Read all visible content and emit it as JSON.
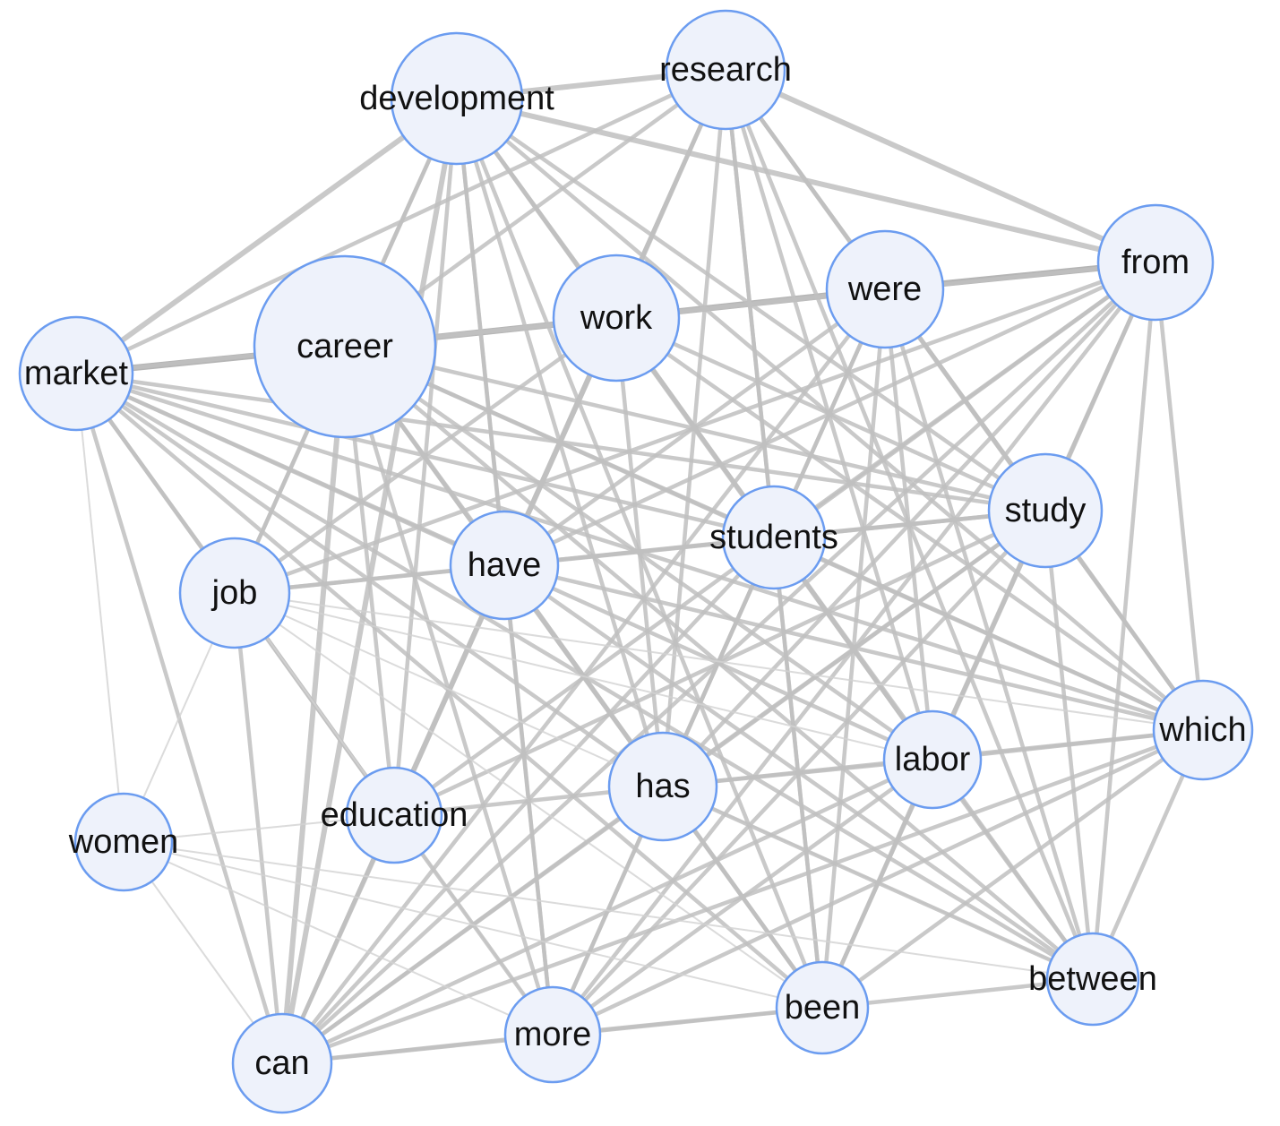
{
  "nodes": [
    {
      "id": "development",
      "label": "development"
    },
    {
      "id": "research",
      "label": "research"
    },
    {
      "id": "from",
      "label": "from"
    },
    {
      "id": "were",
      "label": "were"
    },
    {
      "id": "work",
      "label": "work"
    },
    {
      "id": "career",
      "label": "career"
    },
    {
      "id": "market",
      "label": "market"
    },
    {
      "id": "study",
      "label": "study"
    },
    {
      "id": "students",
      "label": "students"
    },
    {
      "id": "have",
      "label": "have"
    },
    {
      "id": "job",
      "label": "job"
    },
    {
      "id": "which",
      "label": "which"
    },
    {
      "id": "labor",
      "label": "labor"
    },
    {
      "id": "has",
      "label": "has"
    },
    {
      "id": "education",
      "label": "education"
    },
    {
      "id": "women",
      "label": "women"
    },
    {
      "id": "between",
      "label": "between"
    },
    {
      "id": "been",
      "label": "been"
    },
    {
      "id": "more",
      "label": "more"
    },
    {
      "id": "can",
      "label": "can"
    }
  ],
  "edges": [
    {
      "source": "career",
      "target": "work",
      "weight": 4
    },
    {
      "source": "work",
      "target": "were",
      "weight": 4
    },
    {
      "source": "were",
      "target": "from",
      "weight": 4
    },
    {
      "source": "market",
      "target": "career",
      "weight": 4
    },
    {
      "source": "development",
      "target": "research",
      "weight": 3
    },
    {
      "source": "development",
      "target": "market",
      "weight": 3
    },
    {
      "source": "development",
      "target": "from",
      "weight": 3
    },
    {
      "source": "development",
      "target": "work",
      "weight": 2
    },
    {
      "source": "development",
      "target": "career",
      "weight": 2
    },
    {
      "source": "development",
      "target": "have",
      "weight": 2
    },
    {
      "source": "development",
      "target": "students",
      "weight": 2
    },
    {
      "source": "development",
      "target": "study",
      "weight": 2
    },
    {
      "source": "development",
      "target": "labor",
      "weight": 2
    },
    {
      "source": "development",
      "target": "which",
      "weight": 2
    },
    {
      "source": "development",
      "target": "can",
      "weight": 3
    },
    {
      "source": "development",
      "target": "more",
      "weight": 2
    },
    {
      "source": "development",
      "target": "has",
      "weight": 2
    },
    {
      "source": "development",
      "target": "education",
      "weight": 2
    },
    {
      "source": "development",
      "target": "job",
      "weight": 2
    },
    {
      "source": "development",
      "target": "been",
      "weight": 2
    },
    {
      "source": "research",
      "target": "from",
      "weight": 3
    },
    {
      "source": "research",
      "target": "were",
      "weight": 2
    },
    {
      "source": "research",
      "target": "work",
      "weight": 2
    },
    {
      "source": "research",
      "target": "market",
      "weight": 2
    },
    {
      "source": "research",
      "target": "career",
      "weight": 2
    },
    {
      "source": "research",
      "target": "students",
      "weight": 2
    },
    {
      "source": "research",
      "target": "study",
      "weight": 2
    },
    {
      "source": "research",
      "target": "have",
      "weight": 2
    },
    {
      "source": "research",
      "target": "has",
      "weight": 2
    },
    {
      "source": "research",
      "target": "labor",
      "weight": 2
    },
    {
      "source": "research",
      "target": "which",
      "weight": 2
    },
    {
      "source": "research",
      "target": "can",
      "weight": 2
    },
    {
      "source": "research",
      "target": "been",
      "weight": 2
    },
    {
      "source": "research",
      "target": "between",
      "weight": 2
    },
    {
      "source": "research",
      "target": "education",
      "weight": 2
    },
    {
      "source": "from",
      "target": "career",
      "weight": 2
    },
    {
      "source": "from",
      "target": "study",
      "weight": 2
    },
    {
      "source": "from",
      "target": "which",
      "weight": 2
    },
    {
      "source": "from",
      "target": "between",
      "weight": 2
    },
    {
      "source": "from",
      "target": "students",
      "weight": 2
    },
    {
      "source": "from",
      "target": "have",
      "weight": 2
    },
    {
      "source": "from",
      "target": "has",
      "weight": 2
    },
    {
      "source": "from",
      "target": "labor",
      "weight": 2
    },
    {
      "source": "from",
      "target": "can",
      "weight": 2
    },
    {
      "source": "from",
      "target": "more",
      "weight": 2
    },
    {
      "source": "from",
      "target": "been",
      "weight": 2
    },
    {
      "source": "from",
      "target": "education",
      "weight": 2
    },
    {
      "source": "from",
      "target": "job",
      "weight": 2
    },
    {
      "source": "were",
      "target": "study",
      "weight": 2
    },
    {
      "source": "were",
      "target": "career",
      "weight": 2
    },
    {
      "source": "were",
      "target": "students",
      "weight": 2
    },
    {
      "source": "were",
      "target": "have",
      "weight": 2
    },
    {
      "source": "were",
      "target": "labor",
      "weight": 2
    },
    {
      "source": "were",
      "target": "which",
      "weight": 2
    },
    {
      "source": "were",
      "target": "has",
      "weight": 2
    },
    {
      "source": "were",
      "target": "can",
      "weight": 2
    },
    {
      "source": "were",
      "target": "been",
      "weight": 2
    },
    {
      "source": "were",
      "target": "between",
      "weight": 2
    },
    {
      "source": "work",
      "target": "students",
      "weight": 2
    },
    {
      "source": "work",
      "target": "have",
      "weight": 2
    },
    {
      "source": "work",
      "target": "market",
      "weight": 2
    },
    {
      "source": "work",
      "target": "job",
      "weight": 2
    },
    {
      "source": "work",
      "target": "has",
      "weight": 2
    },
    {
      "source": "work",
      "target": "which",
      "weight": 2
    },
    {
      "source": "work",
      "target": "study",
      "weight": 2
    },
    {
      "source": "work",
      "target": "can",
      "weight": 2
    },
    {
      "source": "work",
      "target": "education",
      "weight": 2
    },
    {
      "source": "work",
      "target": "labor",
      "weight": 2
    },
    {
      "source": "career",
      "target": "job",
      "weight": 2
    },
    {
      "source": "career",
      "target": "have",
      "weight": 2
    },
    {
      "source": "career",
      "target": "students",
      "weight": 2
    },
    {
      "source": "career",
      "target": "study",
      "weight": 2
    },
    {
      "source": "career",
      "target": "which",
      "weight": 2
    },
    {
      "source": "career",
      "target": "has",
      "weight": 2
    },
    {
      "source": "career",
      "target": "labor",
      "weight": 2
    },
    {
      "source": "career",
      "target": "education",
      "weight": 2
    },
    {
      "source": "career",
      "target": "can",
      "weight": 3
    },
    {
      "source": "career",
      "target": "more",
      "weight": 2
    },
    {
      "source": "career",
      "target": "been",
      "weight": 2
    },
    {
      "source": "career",
      "target": "between",
      "weight": 2
    },
    {
      "source": "market",
      "target": "job",
      "weight": 2
    },
    {
      "source": "market",
      "target": "have",
      "weight": 2
    },
    {
      "source": "market",
      "target": "students",
      "weight": 2
    },
    {
      "source": "market",
      "target": "study",
      "weight": 2
    },
    {
      "source": "market",
      "target": "which",
      "weight": 2
    },
    {
      "source": "market",
      "target": "labor",
      "weight": 2
    },
    {
      "source": "market",
      "target": "has",
      "weight": 2
    },
    {
      "source": "market",
      "target": "education",
      "weight": 2
    },
    {
      "source": "market",
      "target": "can",
      "weight": 2
    },
    {
      "source": "market",
      "target": "women",
      "weight": 1
    },
    {
      "source": "market",
      "target": "been",
      "weight": 2
    },
    {
      "source": "market",
      "target": "between",
      "weight": 2
    },
    {
      "source": "study",
      "target": "students",
      "weight": 2
    },
    {
      "source": "study",
      "target": "have",
      "weight": 2
    },
    {
      "source": "study",
      "target": "which",
      "weight": 2
    },
    {
      "source": "study",
      "target": "labor",
      "weight": 2
    },
    {
      "source": "study",
      "target": "has",
      "weight": 2
    },
    {
      "source": "study",
      "target": "can",
      "weight": 2
    },
    {
      "source": "study",
      "target": "more",
      "weight": 2
    },
    {
      "source": "study",
      "target": "been",
      "weight": 2
    },
    {
      "source": "study",
      "target": "between",
      "weight": 2
    },
    {
      "source": "study",
      "target": "education",
      "weight": 2
    },
    {
      "source": "study",
      "target": "job",
      "weight": 2
    },
    {
      "source": "students",
      "target": "have",
      "weight": 2
    },
    {
      "source": "students",
      "target": "labor",
      "weight": 2
    },
    {
      "source": "students",
      "target": "has",
      "weight": 2
    },
    {
      "source": "students",
      "target": "can",
      "weight": 2
    },
    {
      "source": "students",
      "target": "more",
      "weight": 2
    },
    {
      "source": "students",
      "target": "been",
      "weight": 2
    },
    {
      "source": "students",
      "target": "which",
      "weight": 2
    },
    {
      "source": "students",
      "target": "between",
      "weight": 2
    },
    {
      "source": "have",
      "target": "job",
      "weight": 2
    },
    {
      "source": "have",
      "target": "has",
      "weight": 2
    },
    {
      "source": "have",
      "target": "education",
      "weight": 2
    },
    {
      "source": "have",
      "target": "can",
      "weight": 2
    },
    {
      "source": "have",
      "target": "more",
      "weight": 2
    },
    {
      "source": "have",
      "target": "been",
      "weight": 2
    },
    {
      "source": "have",
      "target": "between",
      "weight": 2
    },
    {
      "source": "have",
      "target": "which",
      "weight": 2
    },
    {
      "source": "job",
      "target": "women",
      "weight": 1
    },
    {
      "source": "job",
      "target": "education",
      "weight": 2
    },
    {
      "source": "job",
      "target": "can",
      "weight": 2
    },
    {
      "source": "job",
      "target": "more",
      "weight": 1
    },
    {
      "source": "job",
      "target": "been",
      "weight": 1
    },
    {
      "source": "job",
      "target": "between",
      "weight": 1
    },
    {
      "source": "job",
      "target": "which",
      "weight": 1
    },
    {
      "source": "job",
      "target": "labor",
      "weight": 1
    },
    {
      "source": "which",
      "target": "labor",
      "weight": 2
    },
    {
      "source": "which",
      "target": "between",
      "weight": 2
    },
    {
      "source": "which",
      "target": "been",
      "weight": 2
    },
    {
      "source": "which",
      "target": "has",
      "weight": 2
    },
    {
      "source": "which",
      "target": "can",
      "weight": 2
    },
    {
      "source": "which",
      "target": "more",
      "weight": 2
    },
    {
      "source": "labor",
      "target": "has",
      "weight": 2
    },
    {
      "source": "labor",
      "target": "between",
      "weight": 2
    },
    {
      "source": "labor",
      "target": "been",
      "weight": 2
    },
    {
      "source": "labor",
      "target": "more",
      "weight": 2
    },
    {
      "source": "labor",
      "target": "can",
      "weight": 2
    },
    {
      "source": "has",
      "target": "education",
      "weight": 2
    },
    {
      "source": "has",
      "target": "been",
      "weight": 2
    },
    {
      "source": "has",
      "target": "more",
      "weight": 2
    },
    {
      "source": "has",
      "target": "can",
      "weight": 2
    },
    {
      "source": "has",
      "target": "between",
      "weight": 2
    },
    {
      "source": "education",
      "target": "women",
      "weight": 1
    },
    {
      "source": "education",
      "target": "can",
      "weight": 2
    },
    {
      "source": "education",
      "target": "more",
      "weight": 2
    },
    {
      "source": "women",
      "target": "can",
      "weight": 1
    },
    {
      "source": "women",
      "target": "more",
      "weight": 1
    },
    {
      "source": "women",
      "target": "been",
      "weight": 1
    },
    {
      "source": "women",
      "target": "between",
      "weight": 1
    },
    {
      "source": "been",
      "target": "between",
      "weight": 2
    },
    {
      "source": "can",
      "target": "more",
      "weight": 2
    },
    {
      "source": "more",
      "target": "been",
      "weight": 2
    },
    {
      "source": "been",
      "target": "can",
      "weight": 2
    }
  ],
  "colors": {
    "node_fill": "#eef2fb",
    "node_stroke": "#6b9cf0",
    "edge_light": "#d2d2d2",
    "edge_mid": "#c0c0c0",
    "edge_dark": "#a8a8a8",
    "label": "#111111"
  }
}
